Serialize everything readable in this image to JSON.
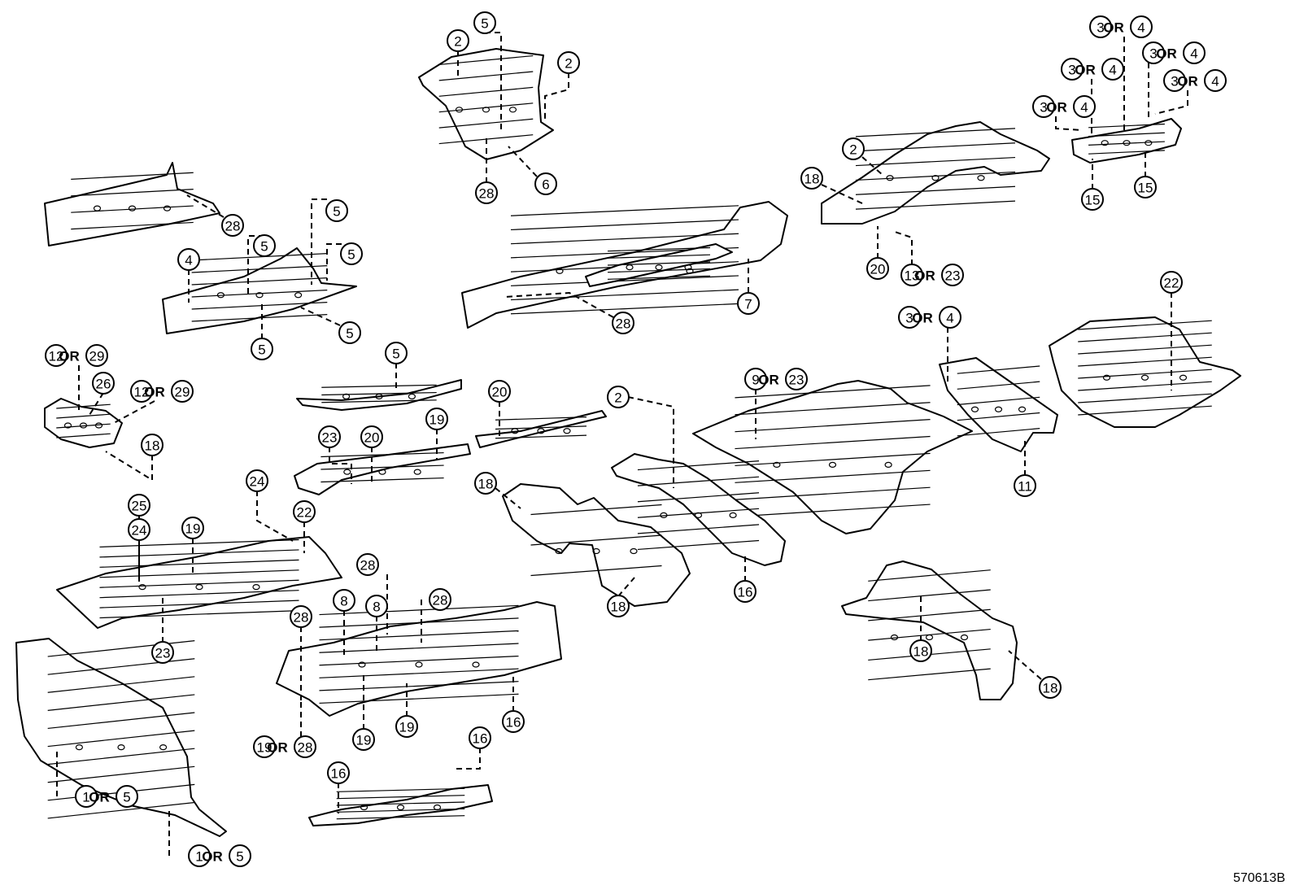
{
  "figure_code": "570613B",
  "or_word": "OR",
  "parts": [
    {
      "id": "upper-apron",
      "detail": 4
    },
    {
      "id": "front-apron-member",
      "detail": 6
    },
    {
      "id": "front-wheelhouse",
      "detail": 6
    },
    {
      "id": "rocker-panel",
      "detail": 8
    },
    {
      "id": "rear-wheelhouse",
      "detail": 6
    },
    {
      "id": "rear-cross-member",
      "detail": 4
    },
    {
      "id": "dash-brace",
      "detail": 3
    },
    {
      "id": "rocker-reinforcement",
      "detail": 3
    },
    {
      "id": "floor-side-member-a",
      "detail": 3
    },
    {
      "id": "floor-side-member-b",
      "detail": 3
    },
    {
      "id": "front-floor-pan",
      "detail": 8
    },
    {
      "id": "front-floor-side-member",
      "detail": 6
    },
    {
      "id": "center-floor-member",
      "detail": 5
    },
    {
      "id": "rear-floor-pan",
      "detail": 8
    },
    {
      "id": "rear-floor-cross-member",
      "detail": 4
    },
    {
      "id": "spare-wheel-pan",
      "detail": 6
    },
    {
      "id": "front-floor-panel",
      "detail": 8
    },
    {
      "id": "center-floor-tunnel",
      "detail": 8
    },
    {
      "id": "rear-floor-side-member",
      "detail": 5
    },
    {
      "id": "dash-panel",
      "detail": 10
    },
    {
      "id": "front-floor-cross-member",
      "detail": 5
    }
  ],
  "callouts": [
    {
      "id": "c01",
      "labels": [
        "5"
      ]
    },
    {
      "id": "c02",
      "labels": [
        "2"
      ]
    },
    {
      "id": "c03",
      "labels": [
        "2"
      ]
    },
    {
      "id": "c04",
      "labels": [
        "28"
      ]
    },
    {
      "id": "c05",
      "labels": [
        "6"
      ]
    },
    {
      "id": "c06",
      "labels": [
        "28"
      ]
    },
    {
      "id": "c07",
      "labels": [
        "5"
      ]
    },
    {
      "id": "c08",
      "labels": [
        "5"
      ]
    },
    {
      "id": "c09",
      "labels": [
        "5"
      ]
    },
    {
      "id": "c10",
      "labels": [
        "4"
      ]
    },
    {
      "id": "c11",
      "labels": [
        "5"
      ]
    },
    {
      "id": "c12",
      "labels": [
        "5"
      ]
    },
    {
      "id": "c13",
      "labels": [
        "7"
      ]
    },
    {
      "id": "c14",
      "labels": [
        "28"
      ]
    },
    {
      "id": "c15",
      "labels": [
        "2"
      ]
    },
    {
      "id": "c16",
      "labels": [
        "18"
      ]
    },
    {
      "id": "c17",
      "labels": [
        "20"
      ]
    },
    {
      "id": "c18",
      "labels": [
        "13",
        "23"
      ]
    },
    {
      "id": "c19",
      "labels": [
        "3",
        "4"
      ]
    },
    {
      "id": "c20",
      "labels": [
        "3",
        "4"
      ]
    },
    {
      "id": "c21",
      "labels": [
        "3",
        "4"
      ]
    },
    {
      "id": "c22",
      "labels": [
        "3",
        "4"
      ]
    },
    {
      "id": "c23",
      "labels": [
        "3",
        "4"
      ]
    },
    {
      "id": "c24",
      "labels": [
        "15"
      ]
    },
    {
      "id": "c25",
      "labels": [
        "15"
      ]
    },
    {
      "id": "c26",
      "labels": [
        "12",
        "29"
      ]
    },
    {
      "id": "c27",
      "labels": [
        "26"
      ]
    },
    {
      "id": "c28",
      "labels": [
        "12",
        "29"
      ]
    },
    {
      "id": "c29",
      "labels": [
        "18"
      ]
    },
    {
      "id": "c30",
      "labels": [
        "5"
      ]
    },
    {
      "id": "c31",
      "labels": [
        "20"
      ]
    },
    {
      "id": "c32",
      "labels": [
        "19"
      ]
    },
    {
      "id": "c33",
      "labels": [
        "23"
      ]
    },
    {
      "id": "c34",
      "labels": [
        "20"
      ]
    },
    {
      "id": "c35",
      "labels": [
        "2"
      ]
    },
    {
      "id": "c36",
      "labels": [
        "9",
        "23"
      ]
    },
    {
      "id": "c37",
      "labels": [
        "3",
        "4"
      ]
    },
    {
      "id": "c38",
      "labels": [
        "22"
      ]
    },
    {
      "id": "c39",
      "labels": [
        "11"
      ]
    },
    {
      "id": "c40",
      "labels": [
        "18"
      ]
    },
    {
      "id": "c41",
      "labels": [
        "16"
      ]
    },
    {
      "id": "c42",
      "labels": [
        "18"
      ]
    },
    {
      "id": "c43",
      "labels": [
        "25"
      ]
    },
    {
      "id": "c44",
      "labels": [
        "24"
      ]
    },
    {
      "id": "c45",
      "labels": [
        "24"
      ]
    },
    {
      "id": "c46",
      "labels": [
        "19"
      ]
    },
    {
      "id": "c47",
      "labels": [
        "22"
      ]
    },
    {
      "id": "c48",
      "labels": [
        "23"
      ]
    },
    {
      "id": "c49",
      "labels": [
        "28"
      ]
    },
    {
      "id": "c50",
      "labels": [
        "28"
      ]
    },
    {
      "id": "c51",
      "labels": [
        "28"
      ]
    },
    {
      "id": "c52",
      "labels": [
        "8"
      ]
    },
    {
      "id": "c53",
      "labels": [
        "8"
      ]
    },
    {
      "id": "c54",
      "labels": [
        "16"
      ]
    },
    {
      "id": "c55",
      "labels": [
        "19"
      ]
    },
    {
      "id": "c56",
      "labels": [
        "19"
      ]
    },
    {
      "id": "c57",
      "labels": [
        "19",
        "28"
      ]
    },
    {
      "id": "c58",
      "labels": [
        "16"
      ]
    },
    {
      "id": "c59",
      "labels": [
        "16"
      ]
    },
    {
      "id": "c60",
      "labels": [
        "18"
      ]
    },
    {
      "id": "c61",
      "labels": [
        "18"
      ]
    },
    {
      "id": "c62",
      "labels": [
        "1",
        "5"
      ]
    },
    {
      "id": "c63",
      "labels": [
        "1",
        "5"
      ]
    }
  ]
}
